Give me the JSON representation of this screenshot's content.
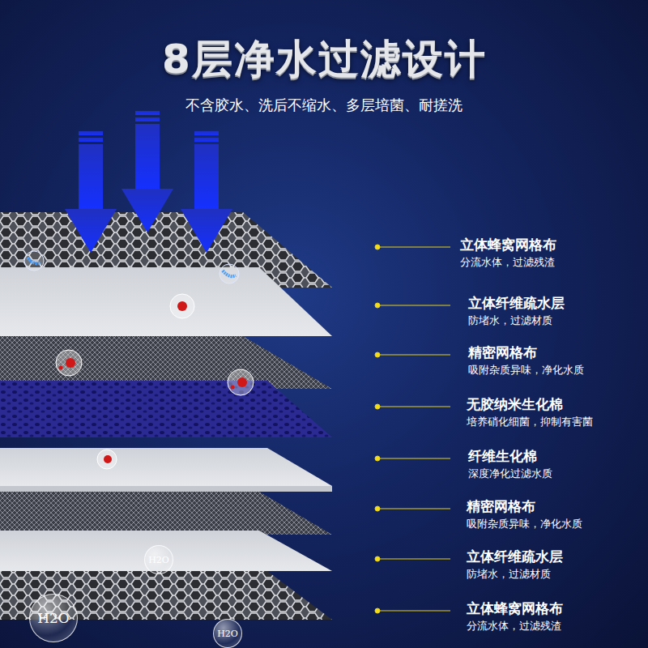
{
  "diagram": {
    "title": "8层净水过滤设计",
    "nodes": [
      {
        "text": [
          "H2O"
        ]
      },
      {
        "text": [
          "H2O"
        ]
      },
      {
        "text": [
          "H2O"
        ]
      }
    ],
    "labels": [
      "不含胶水、洗后不缩水、多层培菌、耐搓洗",
      "立体蜂窝网格布",
      "分流水体，过滤残渣",
      "立体纤维疏水层",
      "防堵水，过滤材质",
      "精密网格布",
      "吸附杂质异味，净化水质",
      "无胶纳米生化棉",
      "培养硝化细菌，抑制有害菌",
      "纤维生化棉",
      "深度净化过滤水质",
      "精密网格布",
      "吸附杂质异味，净化水质",
      "立体纤维疏水层",
      "防堵水，过滤材质",
      "立体蜂窝网格布",
      "分流水体，过滤残渣"
    ]
  }
}
